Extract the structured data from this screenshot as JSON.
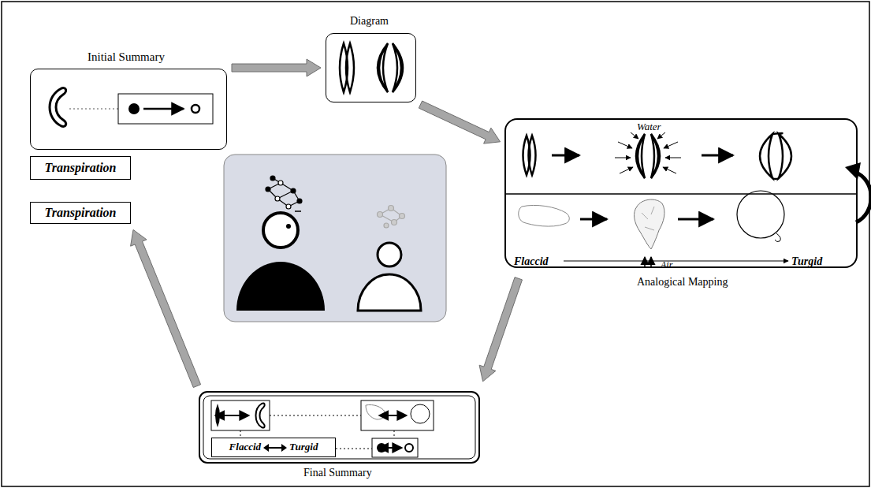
{
  "diagram": {
    "nodes": [
      {
        "text": [
          "Initial Summary"
        ]
      },
      {
        "text": [
          "Transpiration"
        ]
      },
      {
        "text": [
          "Diagram"
        ]
      },
      {
        "text": [
          "Water",
          "Air",
          "Flaccid",
          "Turgid",
          "Analogical Mapping"
        ]
      },
      {
        "text": [
          "Final Summary"
        ]
      },
      {
        "text": [
          "Flaccid",
          "Turgid"
        ],
        "in": 4
      },
      {
        "text": [
          "Transpiration"
        ]
      }
    ],
    "edges": [
      {
        "from": 0,
        "to": 2,
        "arrow": "to"
      },
      {
        "from": 2,
        "to": 3,
        "arrow": "to"
      },
      {
        "from": 3,
        "to": 4,
        "arrow": "to"
      },
      {
        "from": 4,
        "to": 6,
        "arrow": "to"
      }
    ]
  }
}
